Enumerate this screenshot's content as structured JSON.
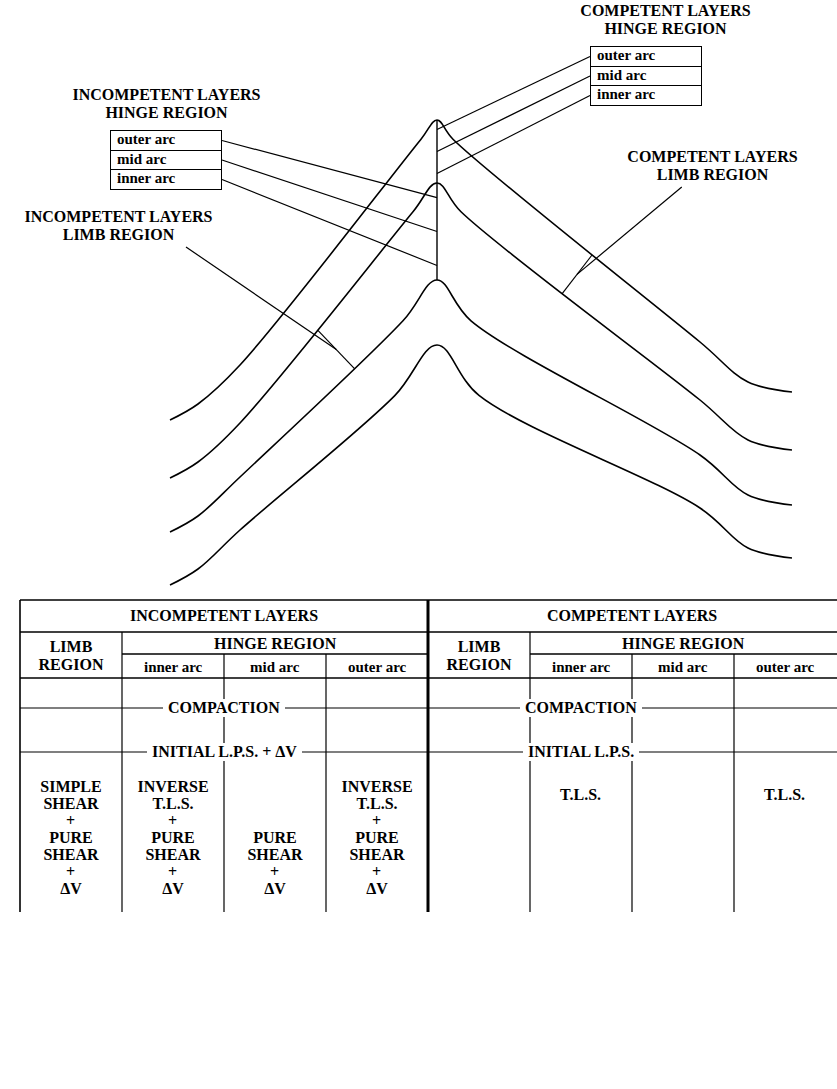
{
  "diagram": {
    "nodes": [
      {
        "text": [
          "outer arc"
        ]
      },
      {
        "text": [
          "mid arc"
        ]
      },
      {
        "text": [
          "inner arc"
        ]
      },
      {
        "text": [
          "outer arc"
        ]
      },
      {
        "text": [
          "mid arc"
        ]
      },
      {
        "text": [
          "inner arc"
        ]
      }
    ],
    "labels": [
      "INCOMPETENT LAYERS HINGE REGION",
      "COMPETENT LAYERS HINGE REGION",
      "INCOMPETENT LAYERS LIMB REGION",
      "COMPETENT LAYERS LIMB REGION",
      "INCOMPETENT LAYERS",
      "COMPETENT LAYERS",
      "LIMB REGION",
      "HINGE REGION",
      "inner arc",
      "mid arc",
      "outer arc",
      "LIMB REGION",
      "HINGE REGION",
      "inner arc",
      "mid arc",
      "outer arc",
      "COMPACTION",
      "COMPACTION",
      "INITIAL L.P.S. + ΔV",
      "INITIAL L.P.S.",
      "SIMPLE SHEAR",
      "+",
      "PURE SHEAR",
      "+",
      "ΔV",
      "INVERSE T.L.S.",
      "+",
      "PURE SHEAR",
      "+",
      "ΔV",
      "PURE SHEAR",
      "+",
      "ΔV",
      "INVERSE T.L.S.",
      "+",
      "PURE SHEAR",
      "+",
      "ΔV",
      "T.L.S.",
      "T.L.S."
    ]
  }
}
